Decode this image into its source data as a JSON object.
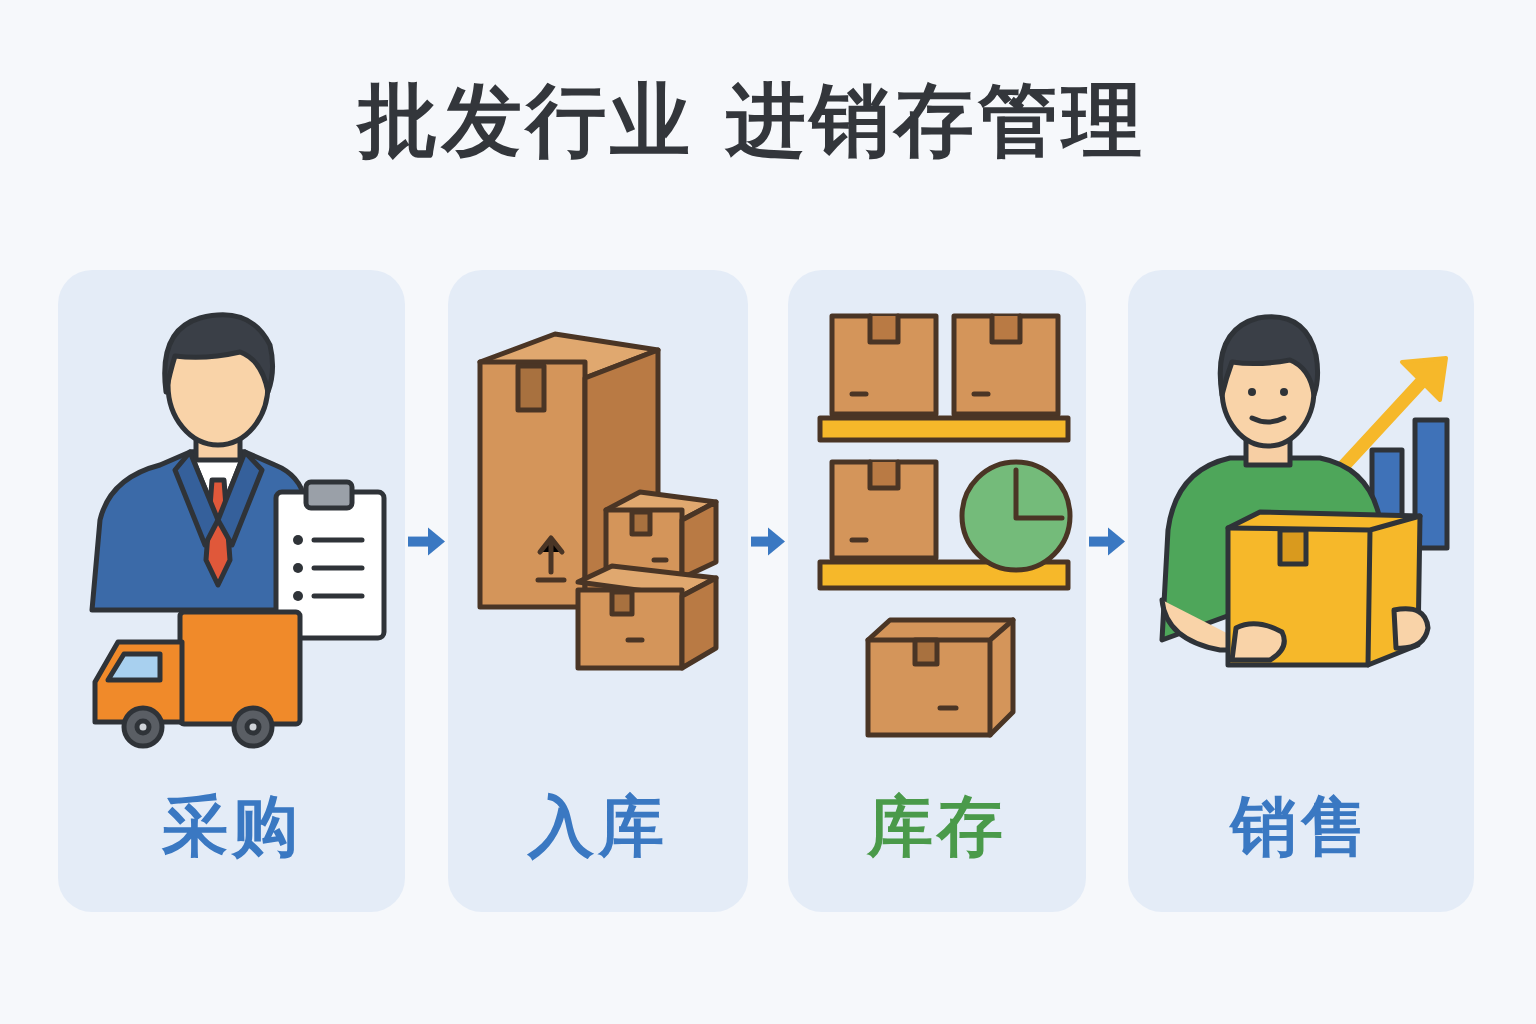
{
  "diagram": {
    "title": "批发行业 进销存管理",
    "nodes": [
      {
        "text": [
          "采购"
        ]
      },
      {
        "text": [
          "入库"
        ]
      },
      {
        "text": [
          "库存"
        ]
      },
      {
        "text": [
          "销售"
        ]
      }
    ],
    "edges": [
      {
        "from": 0,
        "to": 1,
        "arrow": "to"
      },
      {
        "from": 1,
        "to": 2,
        "arrow": "to"
      },
      {
        "from": 2,
        "to": 3,
        "arrow": "to"
      }
    ]
  }
}
